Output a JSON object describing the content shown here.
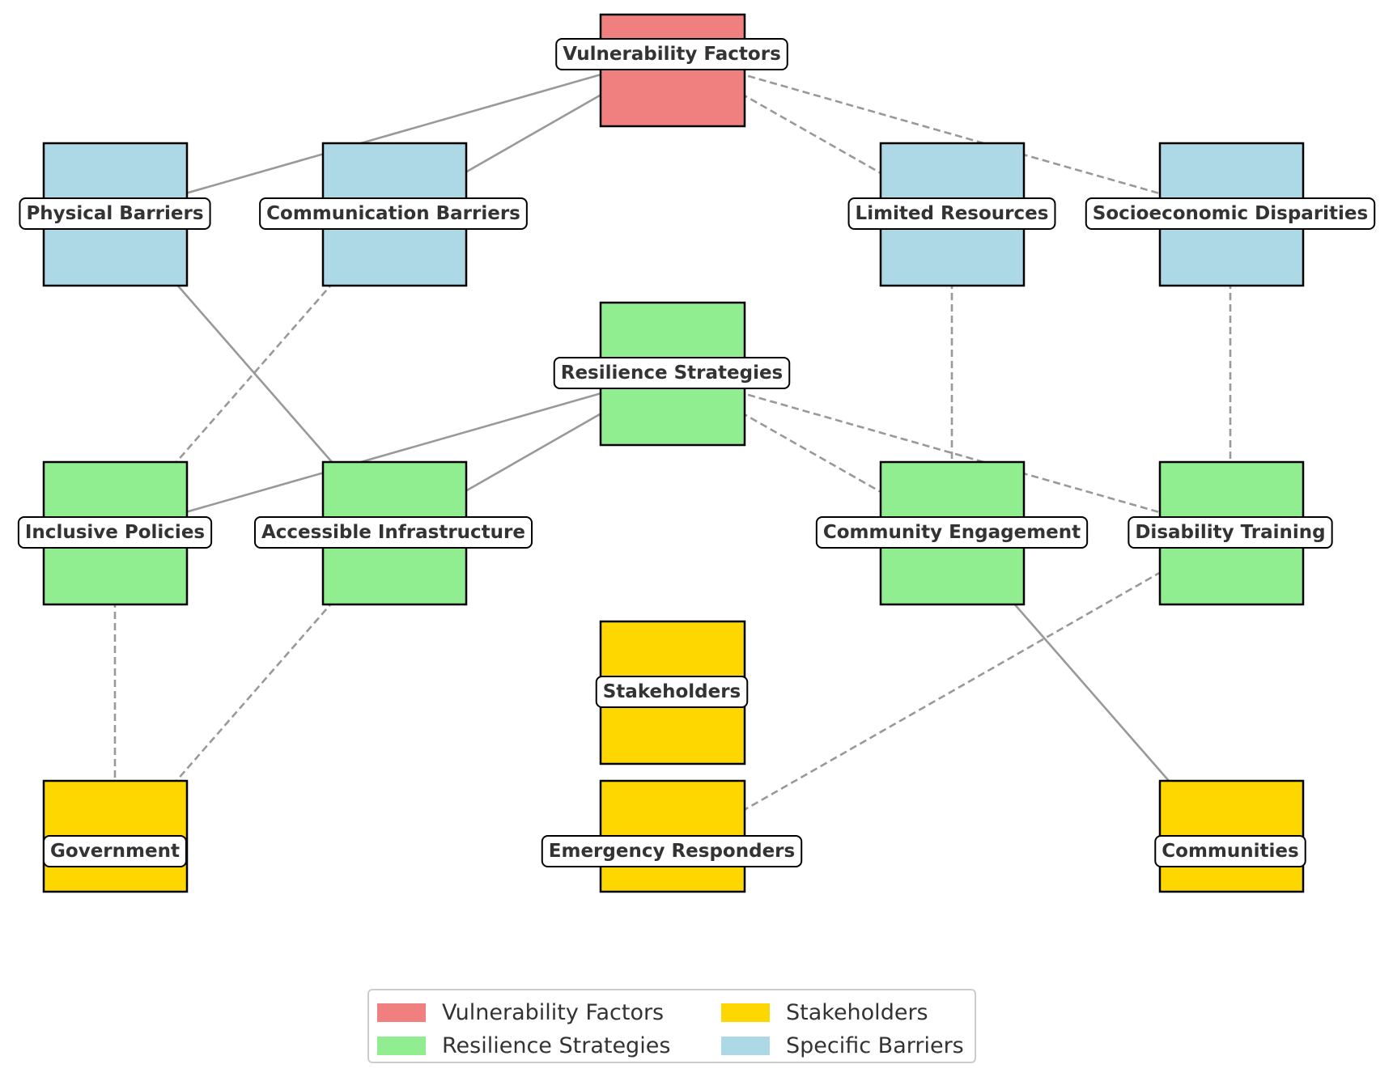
{
  "colors": {
    "vulnerability": "#f08080",
    "barrier": "#add8e6",
    "strategy": "#90ee90",
    "stakeholder": "#ffd700",
    "edge": "#999999"
  },
  "nodes": [
    {
      "id": "vf",
      "label": "Vulnerability Factors",
      "group": "vulnerability"
    },
    {
      "id": "pb",
      "label": "Physical Barriers",
      "group": "barrier"
    },
    {
      "id": "cb",
      "label": "Communication Barriers",
      "group": "barrier"
    },
    {
      "id": "lr",
      "label": "Limited Resources",
      "group": "barrier"
    },
    {
      "id": "sd",
      "label": "Socioeconomic Disparities",
      "group": "barrier"
    },
    {
      "id": "rs",
      "label": "Resilience Strategies",
      "group": "strategy"
    },
    {
      "id": "ip",
      "label": "Inclusive Policies",
      "group": "strategy"
    },
    {
      "id": "ai",
      "label": "Accessible Infrastructure",
      "group": "strategy"
    },
    {
      "id": "ce",
      "label": "Community Engagement",
      "group": "strategy"
    },
    {
      "id": "dt",
      "label": "Disability Training",
      "group": "strategy"
    },
    {
      "id": "sh",
      "label": "Stakeholders",
      "group": "stakeholder"
    },
    {
      "id": "gov",
      "label": "Government",
      "group": "stakeholder"
    },
    {
      "id": "er",
      "label": "Emergency Responders",
      "group": "stakeholder"
    },
    {
      "id": "com",
      "label": "Communities",
      "group": "stakeholder"
    }
  ],
  "edges": [
    {
      "from": "vf",
      "to": "pb",
      "style": "solid"
    },
    {
      "from": "vf",
      "to": "cb",
      "style": "solid"
    },
    {
      "from": "vf",
      "to": "lr",
      "style": "dashed"
    },
    {
      "from": "vf",
      "to": "sd",
      "style": "dashed"
    },
    {
      "from": "rs",
      "to": "ip",
      "style": "solid"
    },
    {
      "from": "rs",
      "to": "ai",
      "style": "solid"
    },
    {
      "from": "rs",
      "to": "ce",
      "style": "dashed"
    },
    {
      "from": "rs",
      "to": "dt",
      "style": "dashed"
    },
    {
      "from": "pb",
      "to": "ai",
      "style": "solid"
    },
    {
      "from": "cb",
      "to": "ip",
      "style": "dashed"
    },
    {
      "from": "lr",
      "to": "ce",
      "style": "dashed"
    },
    {
      "from": "sd",
      "to": "dt",
      "style": "dashed"
    },
    {
      "from": "ip",
      "to": "gov",
      "style": "dashed"
    },
    {
      "from": "ai",
      "to": "gov",
      "style": "dashed"
    },
    {
      "from": "dt",
      "to": "er",
      "style": "dashed"
    },
    {
      "from": "ce",
      "to": "com",
      "style": "solid"
    }
  ],
  "legend": [
    {
      "label": "Vulnerability Factors",
      "group": "vulnerability"
    },
    {
      "label": "Resilience Strategies",
      "group": "strategy"
    },
    {
      "label": "Stakeholders",
      "group": "stakeholder"
    },
    {
      "label": "Specific Barriers",
      "group": "barrier"
    }
  ]
}
